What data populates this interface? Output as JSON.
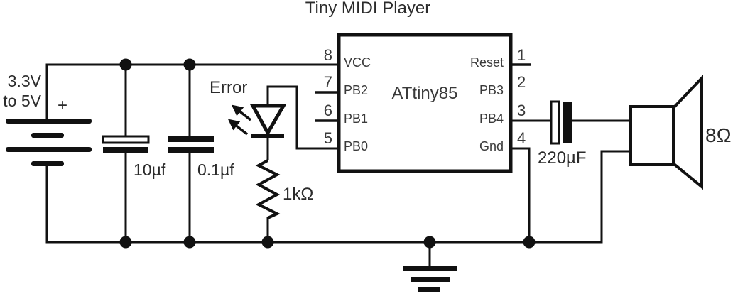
{
  "title": "Tiny MIDI Player",
  "power": {
    "label_line1": "3.3V",
    "label_line2": "to 5V",
    "plus_sign": "+"
  },
  "capacitors": {
    "c1_label": "10µf",
    "c2_label": "0.1µf",
    "c3_label": "220µF"
  },
  "led": {
    "label": "Error"
  },
  "resistor": {
    "label": "1kΩ"
  },
  "speaker": {
    "label": "8Ω"
  },
  "ic": {
    "name": "ATtiny85",
    "left_pins": [
      {
        "num": "8",
        "label": "VCC"
      },
      {
        "num": "7",
        "label": "PB2"
      },
      {
        "num": "6",
        "label": "PB1"
      },
      {
        "num": "5",
        "label": "PB0"
      }
    ],
    "right_pins": [
      {
        "num": "1",
        "label": "Reset"
      },
      {
        "num": "2",
        "label": "PB3"
      },
      {
        "num": "3",
        "label": "PB4"
      },
      {
        "num": "4",
        "label": "Gnd"
      }
    ]
  },
  "colors": {
    "wire": "#111111",
    "label_text": "#2b2b2b",
    "ic_text": "#3a3a3a",
    "background": "#ffffff"
  }
}
